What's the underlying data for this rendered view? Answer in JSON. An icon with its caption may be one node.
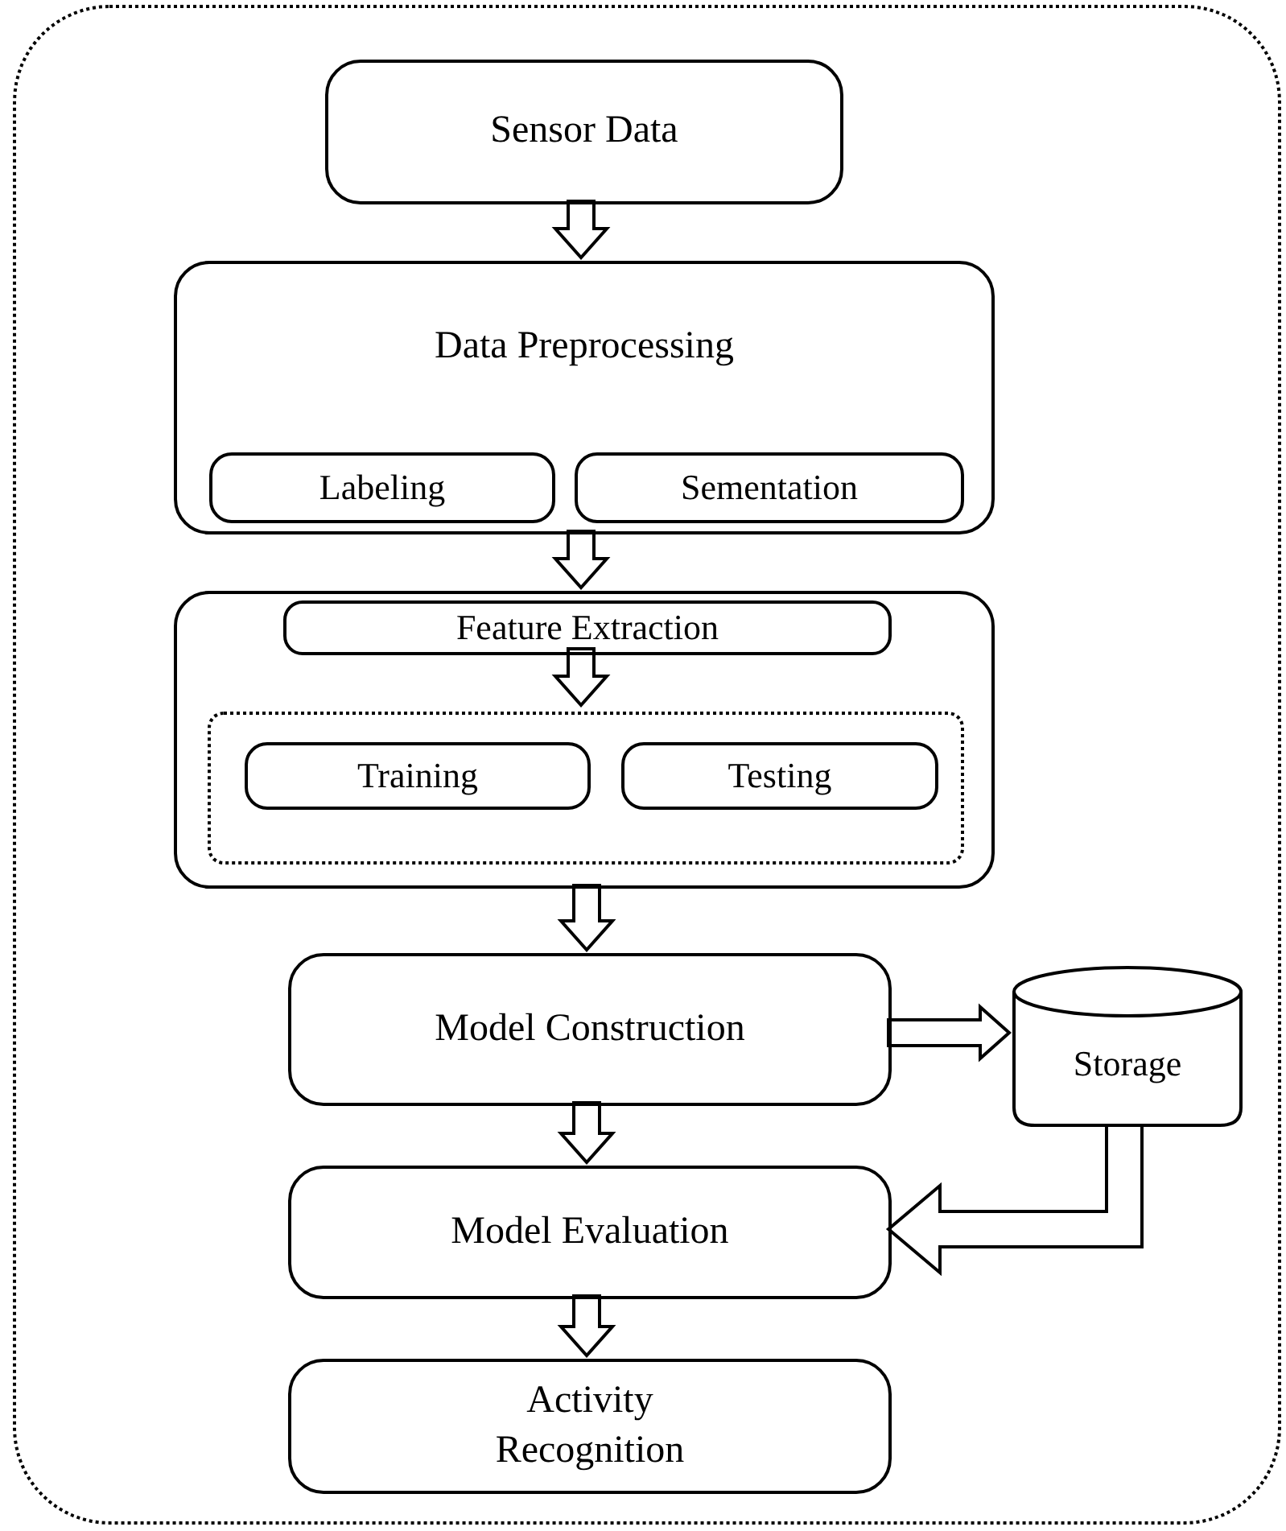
{
  "diagram": {
    "nodes": [
      {
        "text": [],
        "shape": "box"
      },
      {
        "text": [
          "Sensor Data"
        ],
        "in": 0
      },
      {
        "text": [
          "Data Preprocessing"
        ],
        "in": 0
      },
      {
        "text": [
          "Labeling"
        ],
        "in": 2
      },
      {
        "text": [
          "Sementation"
        ],
        "in": 2
      },
      {
        "text": [],
        "shape": "box",
        "in": 0
      },
      {
        "text": [
          "Feature Extraction"
        ],
        "in": 5
      },
      {
        "text": [],
        "shape": "box",
        "in": 5
      },
      {
        "text": [
          "Training"
        ],
        "in": 7
      },
      {
        "text": [
          "Testing"
        ],
        "in": 7
      },
      {
        "text": [
          "Model Construction"
        ],
        "in": 0
      },
      {
        "text": [
          "Storage"
        ],
        "in": 0
      },
      {
        "text": [
          "Model Evaluation"
        ],
        "in": 0
      },
      {
        "text": [
          "Activity Recognition"
        ],
        "in": 0
      }
    ],
    "edges": [
      {
        "from": 1,
        "to": 2,
        "arrow": "to"
      },
      {
        "from": 2,
        "to": 5,
        "arrow": "to"
      },
      {
        "from": 6,
        "to": 7,
        "arrow": "to"
      },
      {
        "from": 5,
        "to": 10,
        "arrow": "to"
      },
      {
        "from": 10,
        "to": 11,
        "arrow": "to"
      },
      {
        "from": 10,
        "to": 12,
        "arrow": "to"
      },
      {
        "from": 11,
        "to": 12,
        "arrow": "to",
        "style": "thick"
      },
      {
        "from": 12,
        "to": 13,
        "arrow": "to"
      }
    ]
  }
}
